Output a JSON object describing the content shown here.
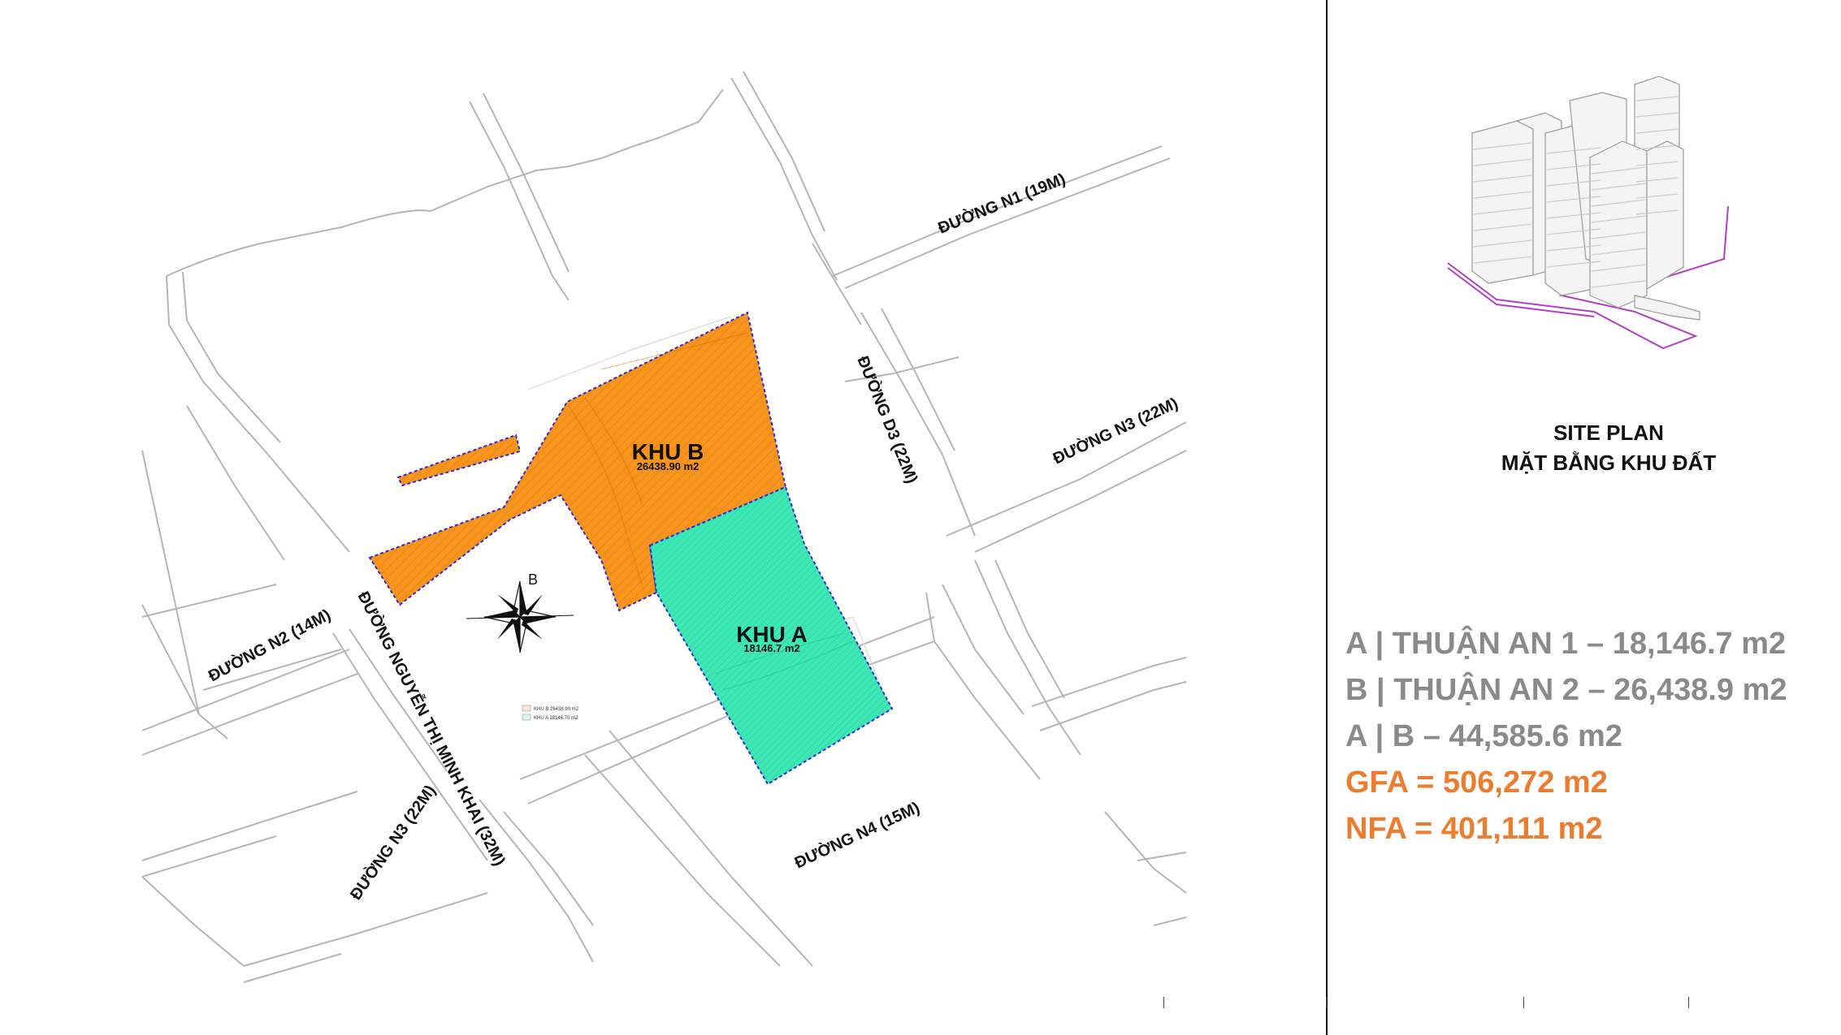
{
  "map": {
    "streets": [
      {
        "id": "n1",
        "label": "ĐƯỜNG N1 (19M)"
      },
      {
        "id": "d3",
        "label": "ĐƯỜNG D3 (22M)"
      },
      {
        "id": "n3-east",
        "label": "ĐƯỜNG N3 (22M)"
      },
      {
        "id": "n2",
        "label": "ĐƯỜNG N2 (14M)"
      },
      {
        "id": "nguyen-thi-minh-khai",
        "label": "ĐƯỜNG NGUYỄN THỊ MINH KHAI (32M)"
      },
      {
        "id": "n3-west",
        "label": "ĐƯỜNG N3 (22M)"
      },
      {
        "id": "n4",
        "label": "ĐƯỜNG N4 (15M)"
      }
    ],
    "zones": [
      {
        "id": "khu-b",
        "name": "KHU B",
        "area": "26438.90 m2",
        "color": "#f7941d"
      },
      {
        "id": "khu-a",
        "name": "KHU A",
        "area": "18146.7 m2",
        "color": "#3ee8b4"
      }
    ],
    "compass_label": "B",
    "legend": [
      {
        "label": "KHU B 26438.90 m2"
      },
      {
        "label": "KHU A 18146.70 m2"
      }
    ]
  },
  "panel": {
    "title_line1": "SITE PLAN",
    "title_line2": "MẶT BẰNG KHU ĐẤT",
    "stats": [
      {
        "text": "A | THUẬN AN 1 – 18,146.7 m2",
        "color": "grey"
      },
      {
        "text": "B | THUẬN AN 2 – 26,438.9 m2",
        "color": "grey"
      },
      {
        "text": "A | B – 44,585.6 m2",
        "color": "grey"
      },
      {
        "text": "GFA = 506,272 m2",
        "color": "orange"
      },
      {
        "text": "NFA = 401,111 m2",
        "color": "orange"
      }
    ]
  },
  "colors": {
    "accent_orange": "#ec7c2e",
    "stat_grey": "#8a8a8a"
  }
}
